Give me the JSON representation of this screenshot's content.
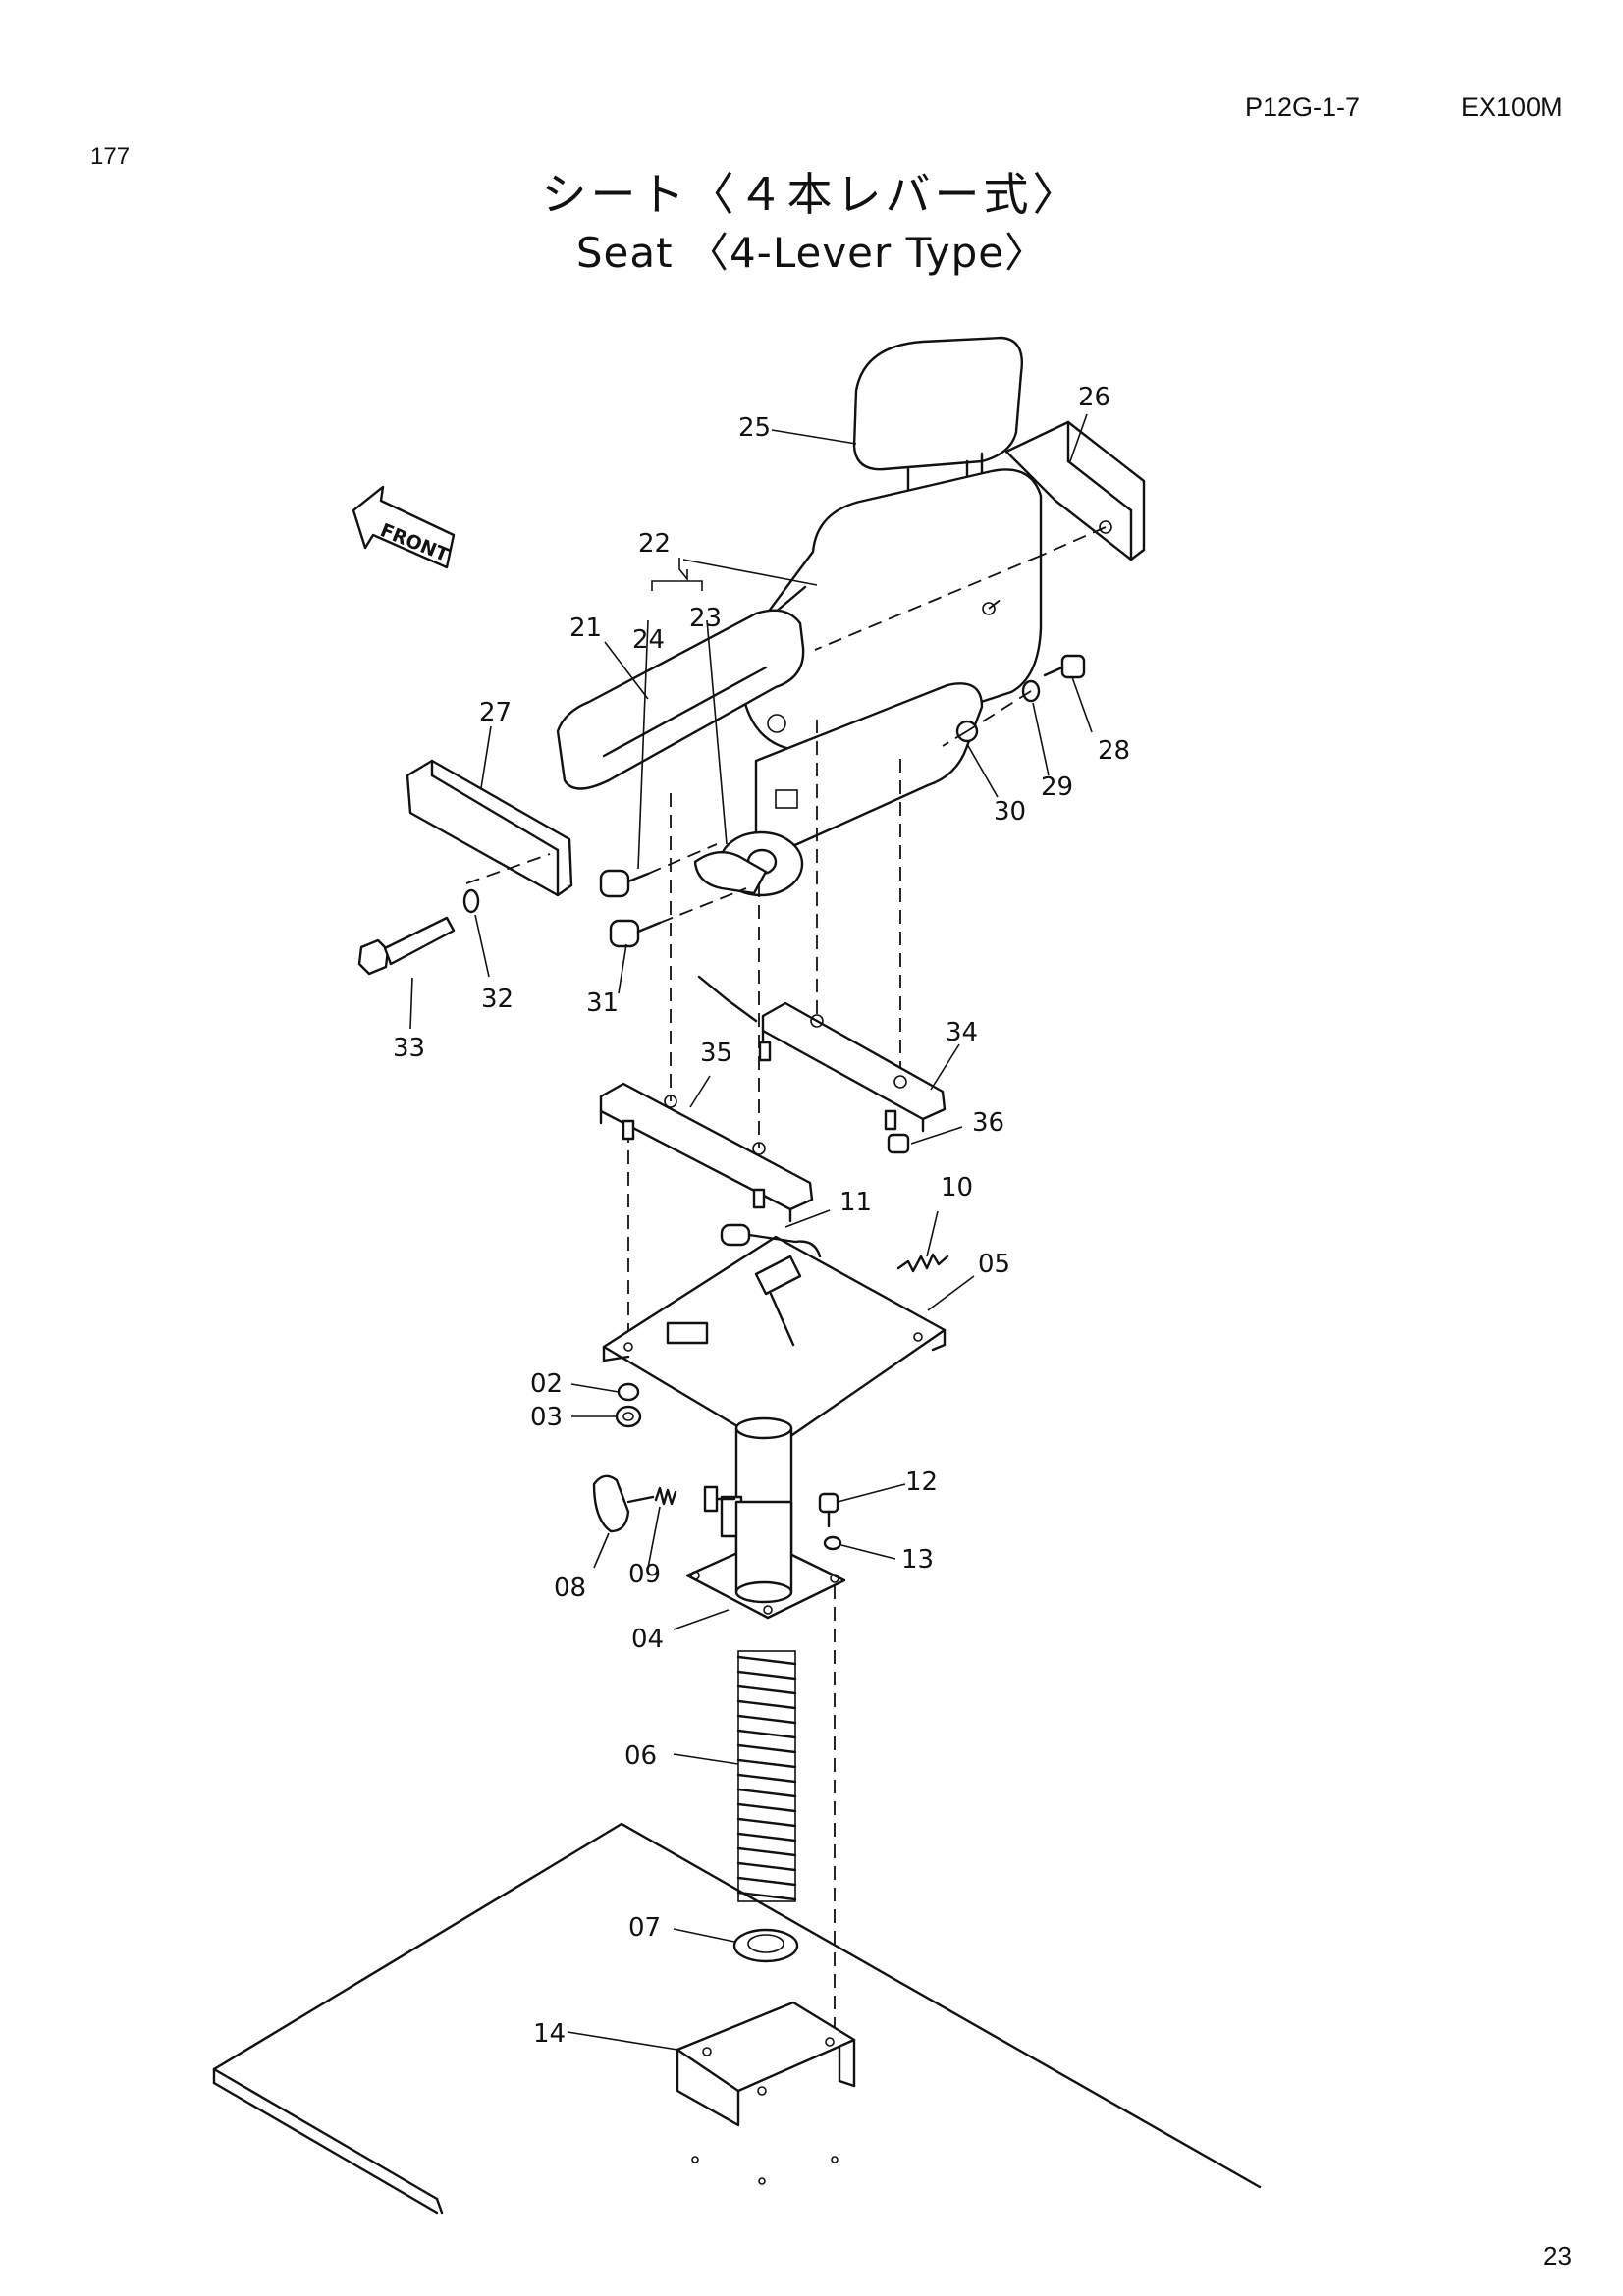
{
  "header": {
    "page_code": "P12G-1-7",
    "model": "EX100M",
    "ref_number": "177",
    "page_number": "23"
  },
  "title": {
    "japanese": "シート〈４本レバー式〉",
    "english": "Seat 〈4-Lever Type〉"
  },
  "front_marker": "FRONT",
  "part_labels": {
    "p02": "02",
    "p03": "03",
    "p04": "04",
    "p05": "05",
    "p06": "06",
    "p07": "07",
    "p08": "08",
    "p09": "09",
    "p10": "10",
    "p11": "11",
    "p12": "12",
    "p13": "13",
    "p14": "14",
    "p21": "21",
    "p22": "22",
    "p23": "23",
    "p24": "24",
    "p25": "25",
    "p26": "26",
    "p27": "27",
    "p28": "28",
    "p29": "29",
    "p30": "30",
    "p31": "31",
    "p32": "32",
    "p33": "33",
    "p34": "34",
    "p35": "35",
    "p36": "36"
  }
}
